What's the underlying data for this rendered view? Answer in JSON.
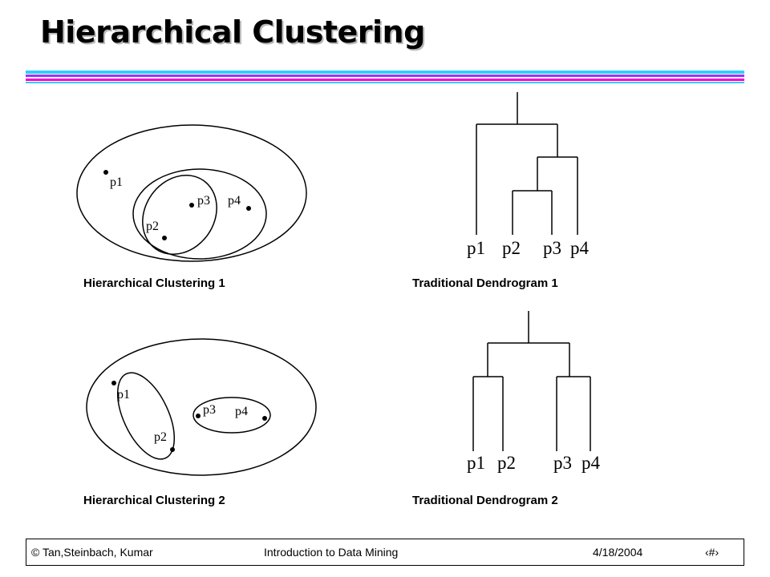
{
  "slide": {
    "title": "Hierarchical Clustering"
  },
  "figures": {
    "clustering1": {
      "caption": "Hierarchical Clustering 1",
      "points": [
        "p1",
        "p2",
        "p3",
        "p4"
      ]
    },
    "dendrogram1": {
      "caption": "Traditional Dendrogram 1",
      "leaves": [
        "p1",
        "p2",
        "p3",
        "p4"
      ]
    },
    "clustering2": {
      "caption": "Hierarchical Clustering 2",
      "points": [
        "p1",
        "p2",
        "p3",
        "p4"
      ]
    },
    "dendrogram2": {
      "caption": "Traditional Dendrogram 2",
      "leaves": [
        "p1",
        "p2",
        "p3",
        "p4"
      ]
    }
  },
  "footer": {
    "copyright": "© Tan,Steinbach, Kumar",
    "course": "Introduction to Data Mining",
    "date": "4/18/2004",
    "slide_number": "‹#›"
  },
  "colors": {
    "rule_cyan": "#33ccff",
    "rule_purple": "#9933ff",
    "rule_magenta": "#ff00cc"
  }
}
